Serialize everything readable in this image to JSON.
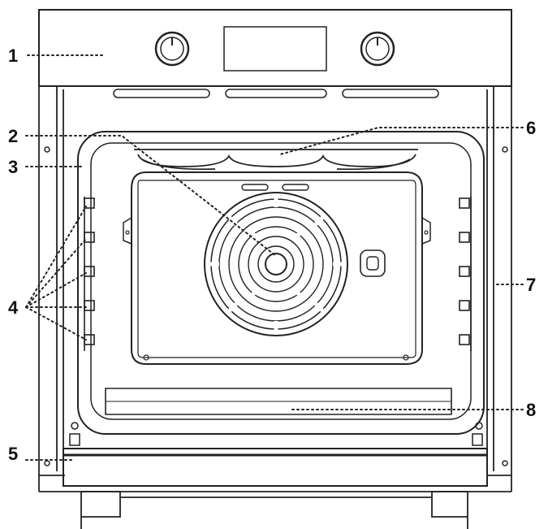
{
  "diagram": {
    "colors": {
      "line": "#222222",
      "background": "#ffffff"
    },
    "callouts": [
      {
        "id": "c1",
        "label": "1"
      },
      {
        "id": "c2",
        "label": "2"
      },
      {
        "id": "c3",
        "label": "3"
      },
      {
        "id": "c4",
        "label": "4"
      },
      {
        "id": "c5",
        "label": "5"
      },
      {
        "id": "c6",
        "label": "6"
      },
      {
        "id": "c7",
        "label": "7"
      },
      {
        "id": "c8",
        "label": "8"
      }
    ]
  }
}
